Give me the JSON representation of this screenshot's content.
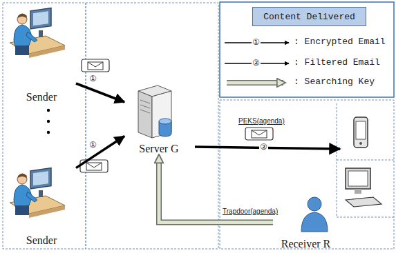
{
  "diagram": {
    "nodes": [
      {
        "text": [
          "Sender"
        ]
      },
      {
        "text": [
          "Sender"
        ]
      },
      {
        "text": [
          "Server G"
        ]
      },
      {
        "text": [
          "Content Delivered"
        ]
      },
      {
        "text": [
          "Receiver R"
        ]
      }
    ],
    "edges": [
      {
        "from": 0,
        "to": 2,
        "arrow": "to",
        "label": "①"
      },
      {
        "from": 1,
        "to": 2,
        "arrow": "to",
        "label": "①"
      },
      {
        "from": 4,
        "to": 2,
        "arrow": "to",
        "label": "Trapdoor(agenda)"
      }
    ],
    "labels": [
      "PEKS(agenda)",
      "②",
      "①",
      "②"
    ],
    "legend": [
      {
        "text": ": Encrypted Email"
      },
      {
        "text": ": Filtered Email"
      },
      {
        "text": ": Searching Key"
      }
    ]
  }
}
